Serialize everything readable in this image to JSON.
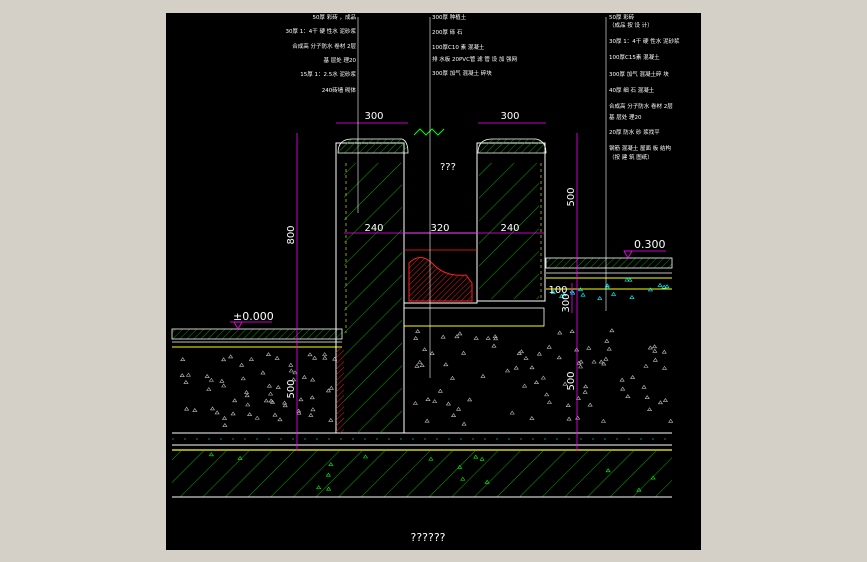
{
  "drawing": {
    "title": "??????",
    "center_label": "???",
    "colors": {
      "background": "#000000",
      "window_frame": "#d4d0c8",
      "dimension": "#ff00ff",
      "hatch": "#00c000",
      "outline": "#ffffff",
      "section_line": "#ffff00",
      "gravel": "#ff2020",
      "marker": "#00ffff"
    },
    "annotations_left": [
      "50厚 彩砖 ，成品",
      "30厚 1：4干 硬 性水 泥砂浆",
      "合成高 分子防水 卷材 2层",
      "基 层处 理20",
      "15厚 1：2.5水 泥砂浆",
      "240砖墙 砌体"
    ],
    "annotations_mid": [
      "300厚 种植土",
      "200厚 砾 石",
      "100厚C10 素 混凝土",
      "排 水板 20PVC管 滤 管 设 加 强网",
      "300厚 加气 混凝土 碎块"
    ],
    "annotations_right": [
      "50厚 彩砖",
      "（成品 按 设 计）",
      "30厚 1：4干 硬 性水 泥砂浆",
      "100厚C15素 混凝土",
      "300厚 加气 混凝土碎 块",
      "40厚 细 石 混凝土",
      "合成高 分子防水 卷材 2层",
      "基 层处 理20",
      "20厚 防水 砂 浆找平",
      "钢筋 混凝土 屋面 板 结构",
      "（按 建 筑 图纸）"
    ],
    "dimensions": {
      "top_left_width": "300",
      "top_right_width": "300",
      "wall_left": "240",
      "trench": "320",
      "wall_right": "240",
      "height_total": "800",
      "height_upper_right": "500",
      "height_mid_right": "300",
      "height_lower_left": "500",
      "height_lower_right": "500",
      "small_right": "100"
    },
    "levels": {
      "left": "±0.000",
      "right": "0.300"
    }
  }
}
